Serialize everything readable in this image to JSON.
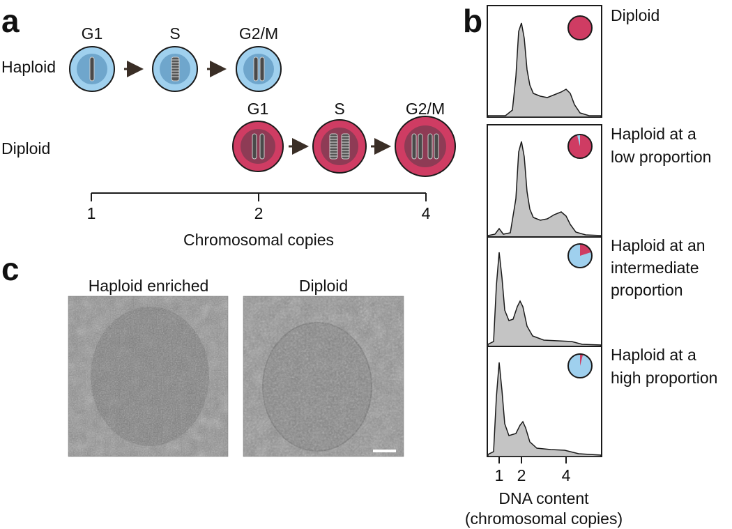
{
  "panel_a": {
    "letter": "a",
    "haploid_label": "Haploid",
    "diploid_label": "Diploid",
    "haploid_stages": [
      "G1",
      "S",
      "G2/M"
    ],
    "diploid_stages": [
      "G1",
      "S",
      "G2/M"
    ],
    "axis_ticks": [
      "1",
      "2",
      "4"
    ],
    "axis_title": "Chromosomal copies"
  },
  "panel_b": {
    "letter": "b",
    "rows": [
      {
        "label_lines": [
          "Diploid"
        ],
        "haploid_fraction": 0.0
      },
      {
        "label_lines": [
          "Haploid at a",
          "low proportion"
        ],
        "haploid_fraction": 0.04
      },
      {
        "label_lines": [
          "Haploid at an",
          "intermediate",
          "proportion"
        ],
        "haploid_fraction": 0.8
      },
      {
        "label_lines": [
          "Haploid at a",
          "high proportion"
        ],
        "haploid_fraction": 0.96
      }
    ],
    "x_ticks": [
      "1",
      "2",
      "4"
    ],
    "x_title_lines": [
      "DNA content",
      "(chromosomal copies)"
    ]
  },
  "panel_c": {
    "letter": "c",
    "image_labels": [
      "Haploid enriched",
      "Diploid"
    ]
  },
  "colors": {
    "haploid_outer": "#9fd0ee",
    "haploid_inner": "#6fa6cc",
    "diploid_outer": "#cf3c63",
    "diploid_inner": "#8e3b55",
    "histogram_fill": "#c4c4c4",
    "arrow": "#3a2e26"
  }
}
